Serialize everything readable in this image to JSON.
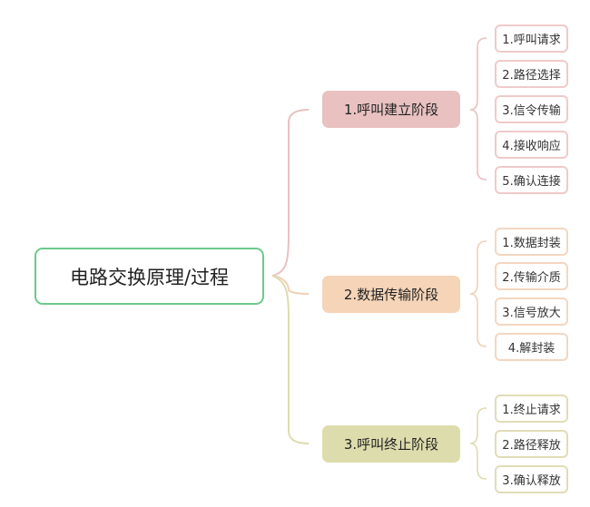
{
  "root": {
    "label": "电路交换原理/过程"
  },
  "branches": [
    {
      "label": "1.呼叫建立阶段",
      "color": "#e9c1c1",
      "children": [
        "1.呼叫请求",
        "2.路径选择",
        "3.信令传输",
        "4.接收响应",
        "5.确认连接"
      ]
    },
    {
      "label": "2.数据传输阶段",
      "color": "#f5d4b8",
      "children": [
        "1.数据封装",
        "2.传输介质",
        "3.信号放大",
        "4.解封装"
      ]
    },
    {
      "label": "3.呼叫终止阶段",
      "color": "#dddcac",
      "children": [
        "1.终止请求",
        "2.路径释放",
        "3.确认释放"
      ]
    }
  ]
}
